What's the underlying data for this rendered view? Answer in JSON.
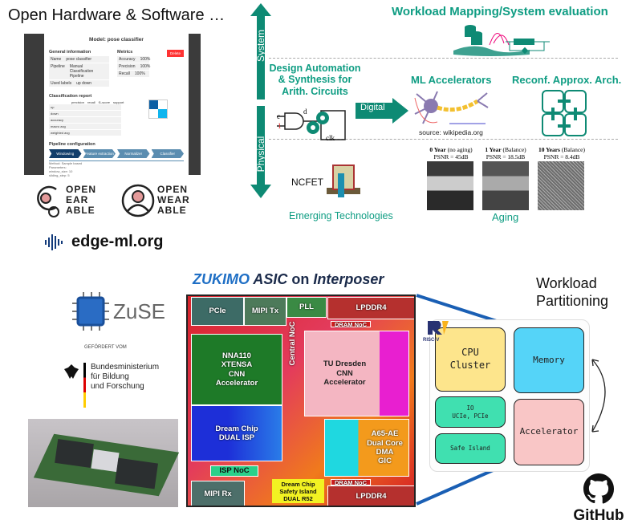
{
  "left_top": {
    "title": "Open Hardware & Software …",
    "screenshot": {
      "modal_title": "Model: pose classifier",
      "delete_button": "Delete",
      "general_info": {
        "heading": "General information",
        "rows": [
          [
            "Name",
            "pose classifier"
          ],
          [
            "Pipeline",
            "Manual Classification Pipeline"
          ],
          [
            "Used labels",
            "up  down"
          ]
        ]
      },
      "metrics": {
        "heading": "Metrics",
        "rows": [
          [
            "Accuracy",
            "100%"
          ],
          [
            "Precision",
            "100%"
          ],
          [
            "Recall",
            "100%"
          ]
        ]
      },
      "report": {
        "heading": "Classification report",
        "columns": [
          "precision",
          "recall",
          "f1-score",
          "support"
        ],
        "rows": [
          "up",
          "down",
          "accuracy",
          "macro avg",
          "weighted avg"
        ]
      },
      "pipeline": {
        "heading": "Pipeline configuration",
        "steps": [
          "Windowing",
          "Feature extraction",
          "Normalizer",
          "Classifier"
        ],
        "details": [
          "Method: Sample based",
          "Parameters:",
          "window_size: 10",
          "sliding_step: 5"
        ]
      }
    },
    "logos": {
      "open_earable": [
        "OPEN",
        "EAR",
        "ABLE"
      ],
      "open_wearable": [
        "OPEN",
        "WEAR",
        "ABLE"
      ],
      "edge_ml": "edge-ml.org"
    }
  },
  "right_top": {
    "axis": {
      "system": "System",
      "physical": "Physical"
    },
    "workload_mapping": "Workload Mapping/System evaluation",
    "design_automation": [
      "Design Automation",
      "& Synthesis for",
      "Arith. Circuits"
    ],
    "digital": "Digital",
    "ml_accelerators": "ML Accelerators",
    "ml_source": "source: wikipedia.org",
    "reconf": "Reconf. Approx. Arch.",
    "circuit_labels": {
      "c": "c",
      "one": "1",
      "d": "d",
      "clk": "clk"
    },
    "ncfet": "NCFET",
    "emerging": "Emerging Technologies",
    "aging": {
      "label": "Aging",
      "images": [
        {
          "year": "0 Year",
          "mode": "(no aging)",
          "psnr": "PSNR = 45dB"
        },
        {
          "year": "1 Year",
          "mode": "(Balance)",
          "psnr": "PSNR = 18.5dB"
        },
        {
          "year": "10 Years",
          "mode": "(Balance)",
          "psnr": "PSNR = 8.4dB"
        }
      ]
    }
  },
  "bottom": {
    "zuse": "ZuSE",
    "gefoerdert": "GEFÖRDERT VOM",
    "bmbf": [
      "Bundesministerium",
      "für Bildung",
      "und Forschung"
    ],
    "asic_title": {
      "zukimo": "ZUKIMO",
      "asic": "ASIC",
      "on": "on",
      "interposer": "Interposer"
    },
    "chip_blocks": {
      "pcie": "PCIe",
      "mipi_tx": "MIPI Tx",
      "pll": "PLL",
      "lpddr4_top": "LPDDR4",
      "dram_noc_top": "DRAM NoC",
      "central_noc": "Central NoC",
      "nna110": [
        "NNA110",
        "XTENSA",
        "CNN",
        "Accelerator"
      ],
      "tu_dresden": [
        "TU Dresden",
        "CNN",
        "Accelerator"
      ],
      "dream_chip_isp": [
        "Dream Chip",
        "DUAL ISP"
      ],
      "a65": [
        "A65-AE",
        "Dual Core",
        "DMA",
        "GIC"
      ],
      "isp_noc": "ISP NoC",
      "dram_noc_bottom": "DRAM NoC",
      "mipi_rx": "MIPI Rx",
      "safety_island": [
        "Dream Chip",
        "Safety Island",
        "DUAL R52"
      ],
      "lpddr4_bottom": "LPDDR4"
    },
    "partitioning": {
      "title": [
        "Workload",
        "Partitioning"
      ],
      "risc_v": "RISC-V",
      "cpu_cluster": [
        "CPU",
        "Cluster"
      ],
      "memory": "Memory",
      "io": [
        "IO",
        "UCIe, PCIe"
      ],
      "safe_island": "Safe Island",
      "accelerator": "Accelerator"
    },
    "github": "GitHub"
  },
  "colors": {
    "teal": "#0f9d83",
    "arrow": "#0e8a74",
    "zukimo_blue": "#1f6fc5",
    "cpu": "#fde58c",
    "memory": "#55d4f8",
    "io": "#40e0b0",
    "accelerator": "#f9c6c6"
  }
}
